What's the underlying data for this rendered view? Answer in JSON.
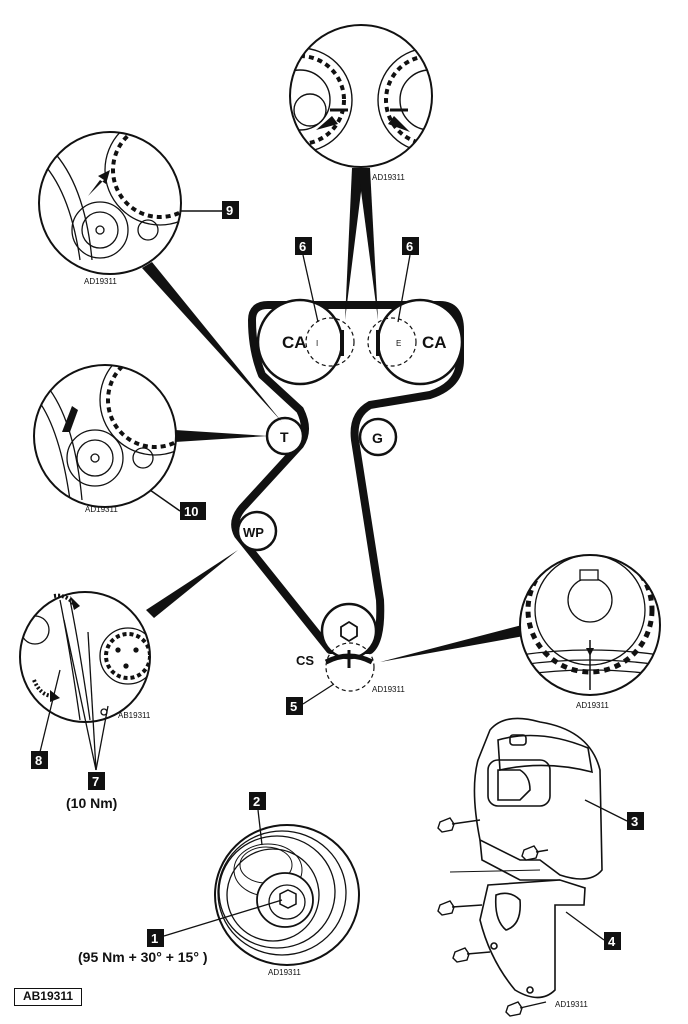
{
  "labels": {
    "ca_intake": "CA",
    "ca_exhaust": "CA",
    "intake_mark": "I",
    "exhaust_mark": "E",
    "tensioner": "T",
    "guide": "G",
    "water_pump": "WP",
    "crankshaft": "CS"
  },
  "callouts": [
    "1",
    "2",
    "3",
    "4",
    "5",
    "6",
    "6",
    "7",
    "8",
    "9",
    "10"
  ],
  "torques": {
    "item1": "(95 Nm + 30° + 15° )",
    "item7": "(10 Nm)"
  },
  "drawing_codes": {
    "top_detail": "AD19311",
    "detail_9": "AD19311",
    "detail_10": "AD19311",
    "detail_left": "AB19311",
    "crank_mark": "AD19311",
    "right_detail": "AD19311",
    "pulley": "AD19311",
    "covers": "AD19311"
  },
  "figure_ref": "AB19311",
  "colors": {
    "line": "#111111",
    "background": "#ffffff"
  }
}
